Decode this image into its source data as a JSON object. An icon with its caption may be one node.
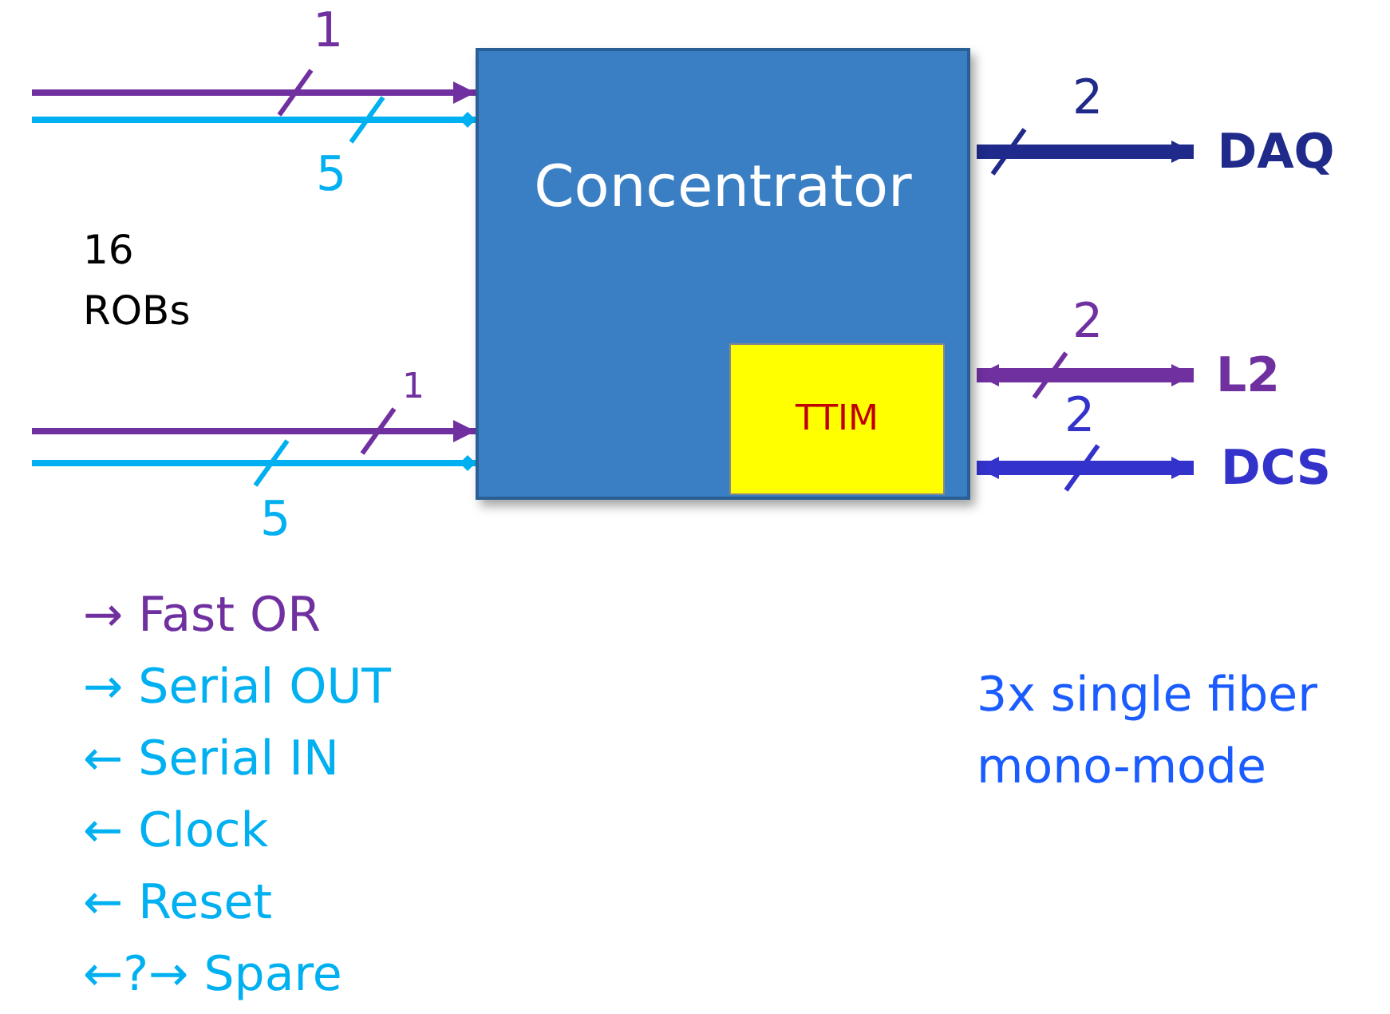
{
  "diagram": {
    "nodes": [
      {
        "text": [
          "Concentrator"
        ]
      },
      {
        "text": [
          "TTIM"
        ],
        "in": 0
      },
      {
        "text": [
          "DAQ"
        ]
      },
      {
        "text": [
          "L2"
        ]
      },
      {
        "text": [
          "DCS"
        ]
      }
    ],
    "edges": [
      {
        "from": null,
        "to": 0,
        "arrow": "to",
        "label": "1",
        "color": "#7030a0"
      },
      {
        "from": null,
        "to": 0,
        "arrow": "other",
        "label": "5",
        "color": "#00b0f0"
      },
      {
        "from": null,
        "to": 0,
        "arrow": "to",
        "label": "1",
        "color": "#7030a0"
      },
      {
        "from": null,
        "to": 0,
        "arrow": "other",
        "label": "5",
        "color": "#00b0f0"
      },
      {
        "from": 0,
        "to": 2,
        "arrow": "to",
        "label": "2",
        "style": "thick",
        "color": "#1f2a8a"
      },
      {
        "from": 0,
        "to": 3,
        "arrow": "both",
        "label": "2",
        "style": "thick",
        "color": "#7030a0"
      },
      {
        "from": 0,
        "to": 4,
        "arrow": "both",
        "label": "2",
        "style": "thick",
        "color": "#3333cc"
      }
    ],
    "labels": [
      "16 ROBs",
      "→ Fast OR",
      "→ Serial OUT",
      "← Serial IN",
      "← Clock",
      "← Reset",
      "←?→ Spare",
      "3x single fiber mono-mode"
    ]
  }
}
